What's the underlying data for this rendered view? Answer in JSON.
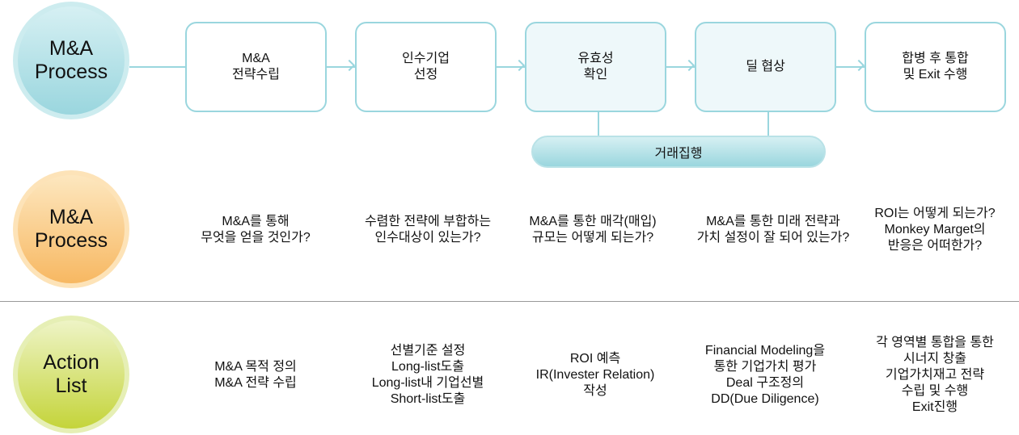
{
  "rows": [
    {
      "label": "M&A\nProcess"
    },
    {
      "label": "M&A\nProcess"
    },
    {
      "label": "Action\nList"
    }
  ],
  "steps": [
    "M&A\n전략수립",
    "인수기업\n선정",
    "유효성\n확인",
    "딜 협상",
    "합병 후 통합\n및 Exit 수행"
  ],
  "deal_bar": "거래집행",
  "questions": [
    "M&A를 통해\n무엇을 얻을 것인가?",
    "수렴한 전략에 부합하는\n인수대상이 있는가?",
    "M&A를 통한 매각(매입)\n규모는 어떻게 되는가?",
    "M&A를 통한 미래 전략과\n가치 설정이 잘 되어 있는가?",
    "ROI는 어떻게 되는가?\nMonkey Marget의\n반응은 어떠한가?"
  ],
  "actions": [
    "M&A 목적 정의\nM&A 전략 수립",
    "선별기준 설정\nLong-list도출\nLong-list내 기업선별\nShort-list도출",
    "ROI 예측\nIR(Invester Relation)\n작성",
    "Financial Modeling을\n통한 기업가치 평가\nDeal 구조정의\nDD(Due Diligence)",
    "각 영역별 통합을 통한\n시너지 창출\n기업가치재고 전략\n수립 및 수행\nExit진행"
  ]
}
